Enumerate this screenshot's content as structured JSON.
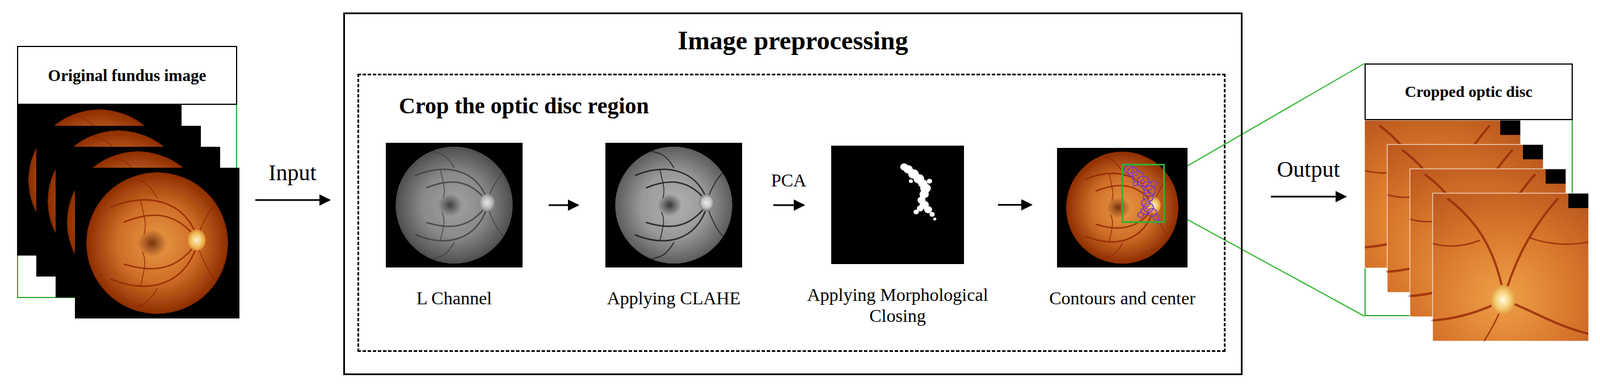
{
  "diagram": {
    "nodes": [
      {
        "text": [
          "Original fundus image"
        ]
      },
      {
        "text": [
          "Image preprocessing"
        ]
      },
      {
        "text": [
          "Crop the optic disc region"
        ],
        "in": 1
      },
      {
        "text": [
          "L Channel"
        ],
        "in": 2
      },
      {
        "text": [
          "Applying CLAHE"
        ],
        "in": 2
      },
      {
        "text": [
          "Applying Morphological Closing"
        ],
        "in": 2
      },
      {
        "text": [
          "Contours and center"
        ],
        "in": 2
      },
      {
        "text": [
          "Cropped optic disc"
        ]
      }
    ],
    "edges": [
      {
        "from": 0,
        "to": 1,
        "label": "Input",
        "arrow": "to"
      },
      {
        "from": 3,
        "to": 4,
        "arrow": "to"
      },
      {
        "from": 4,
        "to": 5,
        "label": "PCA",
        "arrow": "to"
      },
      {
        "from": 5,
        "to": 6,
        "arrow": "to"
      },
      {
        "from": 6,
        "to": 7,
        "arrow": "none"
      },
      {
        "from": 6,
        "to": 7,
        "arrow": "none"
      },
      {
        "from": 1,
        "to": 7,
        "label": "Output",
        "arrow": "to"
      }
    ]
  }
}
